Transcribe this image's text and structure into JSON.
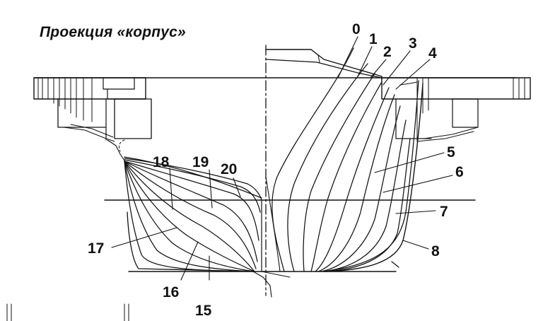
{
  "diagram": {
    "title": "Проекция «корпус»",
    "bow_labels": [
      "0",
      "1",
      "2",
      "3",
      "4",
      "5",
      "6",
      "7",
      "8"
    ],
    "stern_labels": [
      "18",
      "19",
      "20",
      "17",
      "16",
      "15"
    ],
    "line_color": "#111111",
    "background": "#ffffff"
  }
}
